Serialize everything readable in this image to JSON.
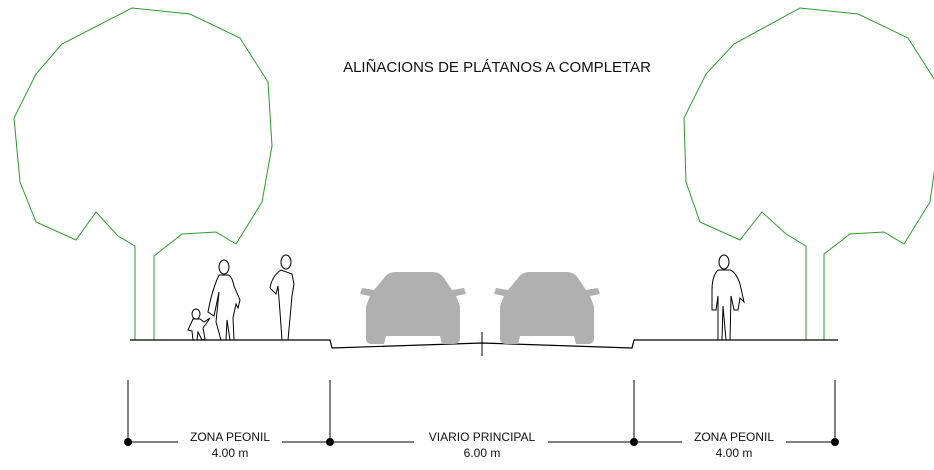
{
  "title": "ALIÑACIONS DE PLÁTANOS A COMPLETAR",
  "colors": {
    "tree_outline": "#2e9a2e",
    "car_fill": "#b0b0b0",
    "line": "#000000"
  },
  "zones": [
    {
      "label": "ZONA PEONIL",
      "width": "4.00 m"
    },
    {
      "label": "VIARIO PRINCIPAL",
      "width": "6.00 m"
    },
    {
      "label": "ZONA PEONIL",
      "width": "4.00 m"
    }
  ]
}
